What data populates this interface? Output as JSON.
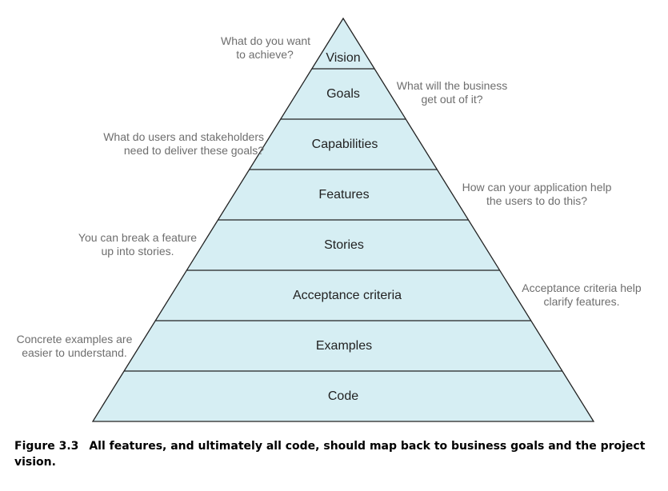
{
  "pyramid": {
    "fill": "#d6eef3",
    "stroke": "#222222",
    "levels": [
      {
        "label": "Vision"
      },
      {
        "label": "Goals"
      },
      {
        "label": "Capabilities"
      },
      {
        "label": "Features"
      },
      {
        "label": "Stories"
      },
      {
        "label": "Acceptance criteria"
      },
      {
        "label": "Examples"
      },
      {
        "label": "Code"
      }
    ]
  },
  "annotations": {
    "vision": [
      "What do you want",
      "to achieve?"
    ],
    "goals": [
      "What will the business",
      "get out of it?"
    ],
    "capabilities": [
      "What do users and stakeholders",
      "need to deliver these goals?"
    ],
    "features": [
      "How can your application help",
      "the users to do this?"
    ],
    "stories": [
      "You can break a feature",
      "up into stories."
    ],
    "acceptance": [
      "Acceptance criteria help",
      "clarify features."
    ],
    "examples": [
      "Concrete examples are",
      "easier to understand."
    ]
  },
  "caption": {
    "number": "Figure 3.3",
    "text": "All features, and ultimately all code, should map back to business goals and the project vision."
  }
}
